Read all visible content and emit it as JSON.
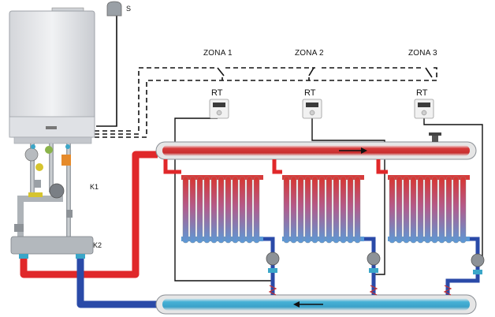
{
  "labels": {
    "sensor": "S",
    "zones": [
      "ZONA 1",
      "ZONA 2",
      "ZONA 3"
    ],
    "thermostat": "RT",
    "k1": "K1",
    "k2": "K2"
  },
  "colors": {
    "hot": "#e0282a",
    "cold": "#2a4aa8",
    "header_hot_fill": "#d63b3b",
    "header_cold_fill": "#46b1d6",
    "boiler_body": "#e6e7ea",
    "pipe_grey": "#b4b8bd"
  },
  "icons": {
    "flow_arrow": "arrow-icon",
    "thermostat": "thermostat-icon",
    "pump": "pump-icon",
    "valve": "valve-icon"
  }
}
